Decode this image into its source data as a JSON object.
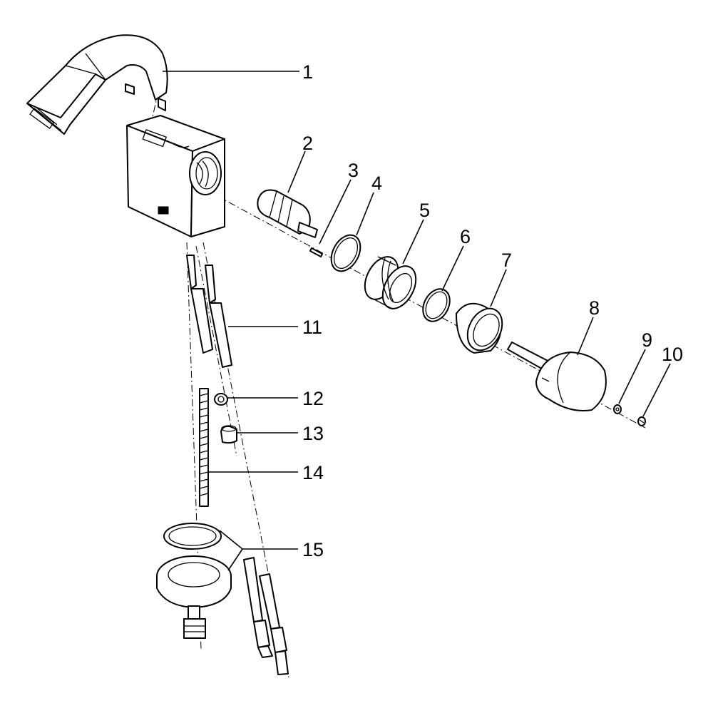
{
  "callouts": [
    {
      "id": "1",
      "label": "1"
    },
    {
      "id": "2",
      "label": "2"
    },
    {
      "id": "3",
      "label": "3"
    },
    {
      "id": "4",
      "label": "4"
    },
    {
      "id": "5",
      "label": "5"
    },
    {
      "id": "6",
      "label": "6"
    },
    {
      "id": "7",
      "label": "7"
    },
    {
      "id": "8",
      "label": "8"
    },
    {
      "id": "9",
      "label": "9"
    },
    {
      "id": "10",
      "label": "10"
    },
    {
      "id": "11",
      "label": "11"
    },
    {
      "id": "12",
      "label": "12"
    },
    {
      "id": "13",
      "label": "13"
    },
    {
      "id": "14",
      "label": "14"
    },
    {
      "id": "15",
      "label": "15"
    }
  ],
  "colors": {
    "line": "#000000",
    "background": "#ffffff"
  }
}
